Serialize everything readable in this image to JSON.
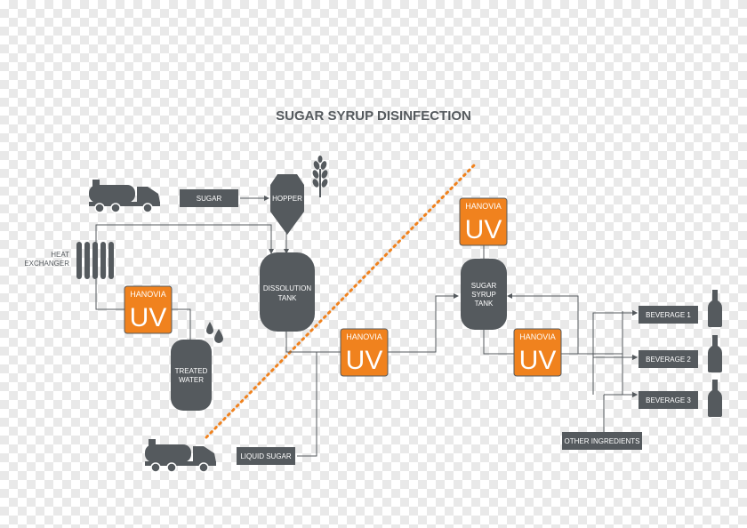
{
  "title": "SUGAR SYRUP DISINFECTION",
  "colors": {
    "equipment": "#555a5e",
    "uv_unit": "#f0821e",
    "dotted_line": "#f0821e"
  },
  "labels": {
    "sugar": "SUGAR",
    "hopper": "HOPPER",
    "heat_exchanger_1": "HEAT",
    "heat_exchanger_2": "EXCHANGER",
    "dissolution_tank_1": "DISSOLUTION",
    "dissolution_tank_2": "TANK",
    "treated_water_1": "TREATED",
    "treated_water_2": "WATER",
    "liquid_sugar": "LIQUID SUGAR",
    "sugar_syrup_tank_1": "SUGAR",
    "sugar_syrup_tank_2": "SYRUP",
    "sugar_syrup_tank_3": "TANK",
    "beverage_1": "BEVERAGE 1",
    "beverage_2": "BEVERAGE 2",
    "beverage_3": "BEVERAGE 3",
    "other_ingredients": "OTHER INGREDIENTS"
  },
  "uv_unit": {
    "brand": "HANOVIA",
    "mark": "UV"
  },
  "icons": [
    "tanker-truck-icon",
    "wheat-icon",
    "water-drops-icon",
    "bottle-icon"
  ]
}
